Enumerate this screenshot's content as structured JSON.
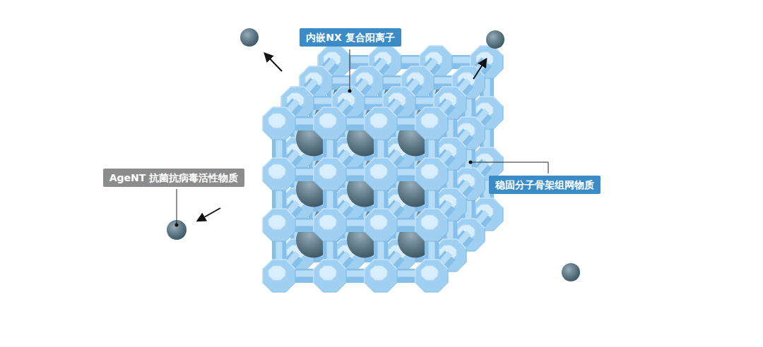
{
  "diagram": {
    "nodes": [
      {
        "text": [
          "内嵌NX 复合阳离子"
        ]
      },
      {
        "text": [
          "AgeNT 抗菌抗病毒活性物质"
        ]
      },
      {
        "text": [
          "稳固分子骨架组网物质"
        ]
      }
    ]
  }
}
